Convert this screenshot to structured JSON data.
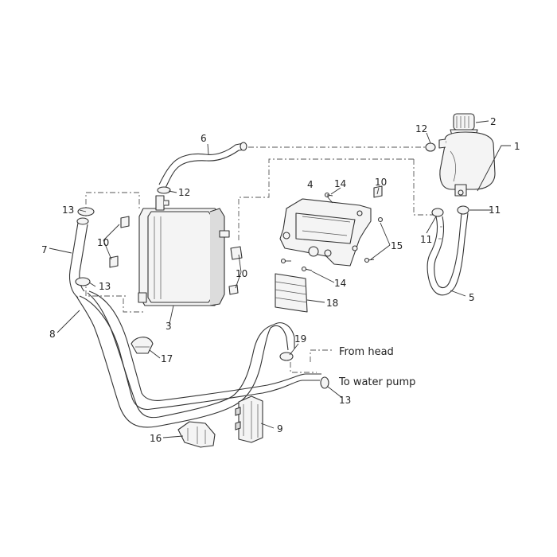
{
  "callouts": {
    "c1": "1",
    "c2": "2",
    "c3": "3",
    "c4": "4",
    "c5": "5",
    "c6": "6",
    "c7": "7",
    "c8": "8",
    "c9": "9",
    "c10a": "10",
    "c10b": "10",
    "c10c": "10",
    "c11a": "11",
    "c11b": "11",
    "c12a": "12",
    "c12b": "12",
    "c13a": "13",
    "c13b": "13",
    "c13c": "13",
    "c14a": "14",
    "c14b": "14",
    "c15": "15",
    "c16": "16",
    "c17": "17",
    "c18": "18",
    "c19": "19"
  },
  "notes": {
    "from_head": "From head",
    "to_water_pump": "To water pump"
  }
}
